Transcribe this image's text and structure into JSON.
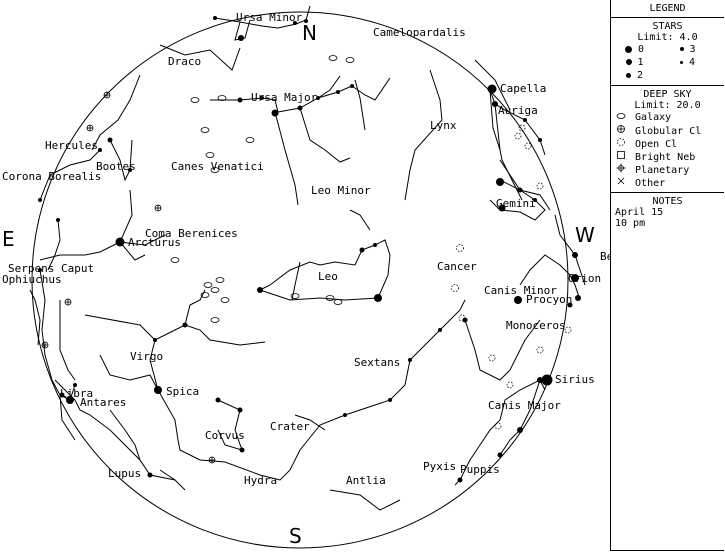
{
  "directions": {
    "north": "N",
    "south": "S",
    "east": "E",
    "west": "W"
  },
  "constellations": [
    {
      "id": "ursa-minor",
      "text": "Ursa Minor"
    },
    {
      "id": "camelopardalis",
      "text": "Camelopardalis"
    },
    {
      "id": "draco",
      "text": "Draco"
    },
    {
      "id": "ursa-major",
      "text": "Ursa Major"
    },
    {
      "id": "capella",
      "text": "Capella"
    },
    {
      "id": "auriga",
      "text": "Auriga"
    },
    {
      "id": "lynx",
      "text": "Lynx"
    },
    {
      "id": "hercules",
      "text": "Hercules"
    },
    {
      "id": "bootes",
      "text": "Bootes"
    },
    {
      "id": "corona-borealis",
      "text": "Corona Borealis"
    },
    {
      "id": "canes-venatici",
      "text": "Canes Venatici"
    },
    {
      "id": "leo-minor",
      "text": "Leo Minor"
    },
    {
      "id": "gemini",
      "text": "Gemini"
    },
    {
      "id": "coma-berenices",
      "text": "Coma Berenices"
    },
    {
      "id": "arcturus",
      "text": "Arcturus"
    },
    {
      "id": "bete",
      "text": "Bete"
    },
    {
      "id": "serpens-caput",
      "text": "Serpens Caput"
    },
    {
      "id": "ophiuchus",
      "text": "Ophiuchus"
    },
    {
      "id": "leo",
      "text": "Leo"
    },
    {
      "id": "cancer",
      "text": "Cancer"
    },
    {
      "id": "orion",
      "text": "Orion"
    },
    {
      "id": "canis-minor",
      "text": "Canis Minor"
    },
    {
      "id": "procyon",
      "text": "Procyon"
    },
    {
      "id": "monoceros",
      "text": "Monoceros"
    },
    {
      "id": "virgo",
      "text": "Virgo"
    },
    {
      "id": "sextans",
      "text": "Sextans"
    },
    {
      "id": "sirius",
      "text": "Sirius"
    },
    {
      "id": "libra",
      "text": "Libra"
    },
    {
      "id": "spica",
      "text": "Spica"
    },
    {
      "id": "antares",
      "text": "Antares"
    },
    {
      "id": "canis-major",
      "text": "Canis Major"
    },
    {
      "id": "corvus",
      "text": "Corvus"
    },
    {
      "id": "crater",
      "text": "Crater"
    },
    {
      "id": "lupus",
      "text": "Lupus"
    },
    {
      "id": "pyxis",
      "text": "Pyxis"
    },
    {
      "id": "puppis",
      "text": "Puppis"
    },
    {
      "id": "hydra",
      "text": "Hydra"
    },
    {
      "id": "antlia",
      "text": "Antlia"
    }
  ],
  "legend": {
    "title": "LEGEND",
    "stars_title": "STARS",
    "stars_limit": "Limit: 4.0",
    "magnitudes": [
      "0",
      "1",
      "2",
      "3",
      "4"
    ],
    "deepsky_title": "DEEP SKY",
    "deepsky_limit": "Limit: 20.0",
    "deepsky_items": [
      {
        "icon": "galaxy-icon",
        "label": "Galaxy"
      },
      {
        "icon": "globular-cluster-icon",
        "label": "Globular Cl"
      },
      {
        "icon": "open-cluster-icon",
        "label": "Open Cl"
      },
      {
        "icon": "bright-nebula-icon",
        "label": "Bright Neb"
      },
      {
        "icon": "planetary-nebula-icon",
        "label": "Planetary"
      },
      {
        "icon": "other-icon",
        "label": "Other"
      }
    ],
    "notes_title": "NOTES",
    "notes": [
      "April 15",
      "10 pm"
    ]
  }
}
